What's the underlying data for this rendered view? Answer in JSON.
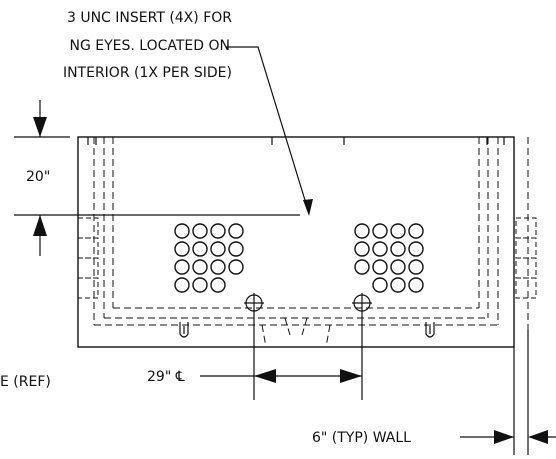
{
  "note": {
    "line1": "3 UNC INSERT (4X) FOR",
    "line2": "NG EYES. LOCATED ON",
    "line3": "INTERIOR (1X PER SIDE)"
  },
  "dimensions": {
    "height_label": "20\"",
    "center_label": "29\" ℄",
    "wall_label": "6\" (TYP) WALL",
    "ref_label": "E  (REF)"
  },
  "hole_grid": {
    "columns": 4,
    "rows": 4
  },
  "colors": {
    "ink": "#111111",
    "background": "#ffffff"
  }
}
